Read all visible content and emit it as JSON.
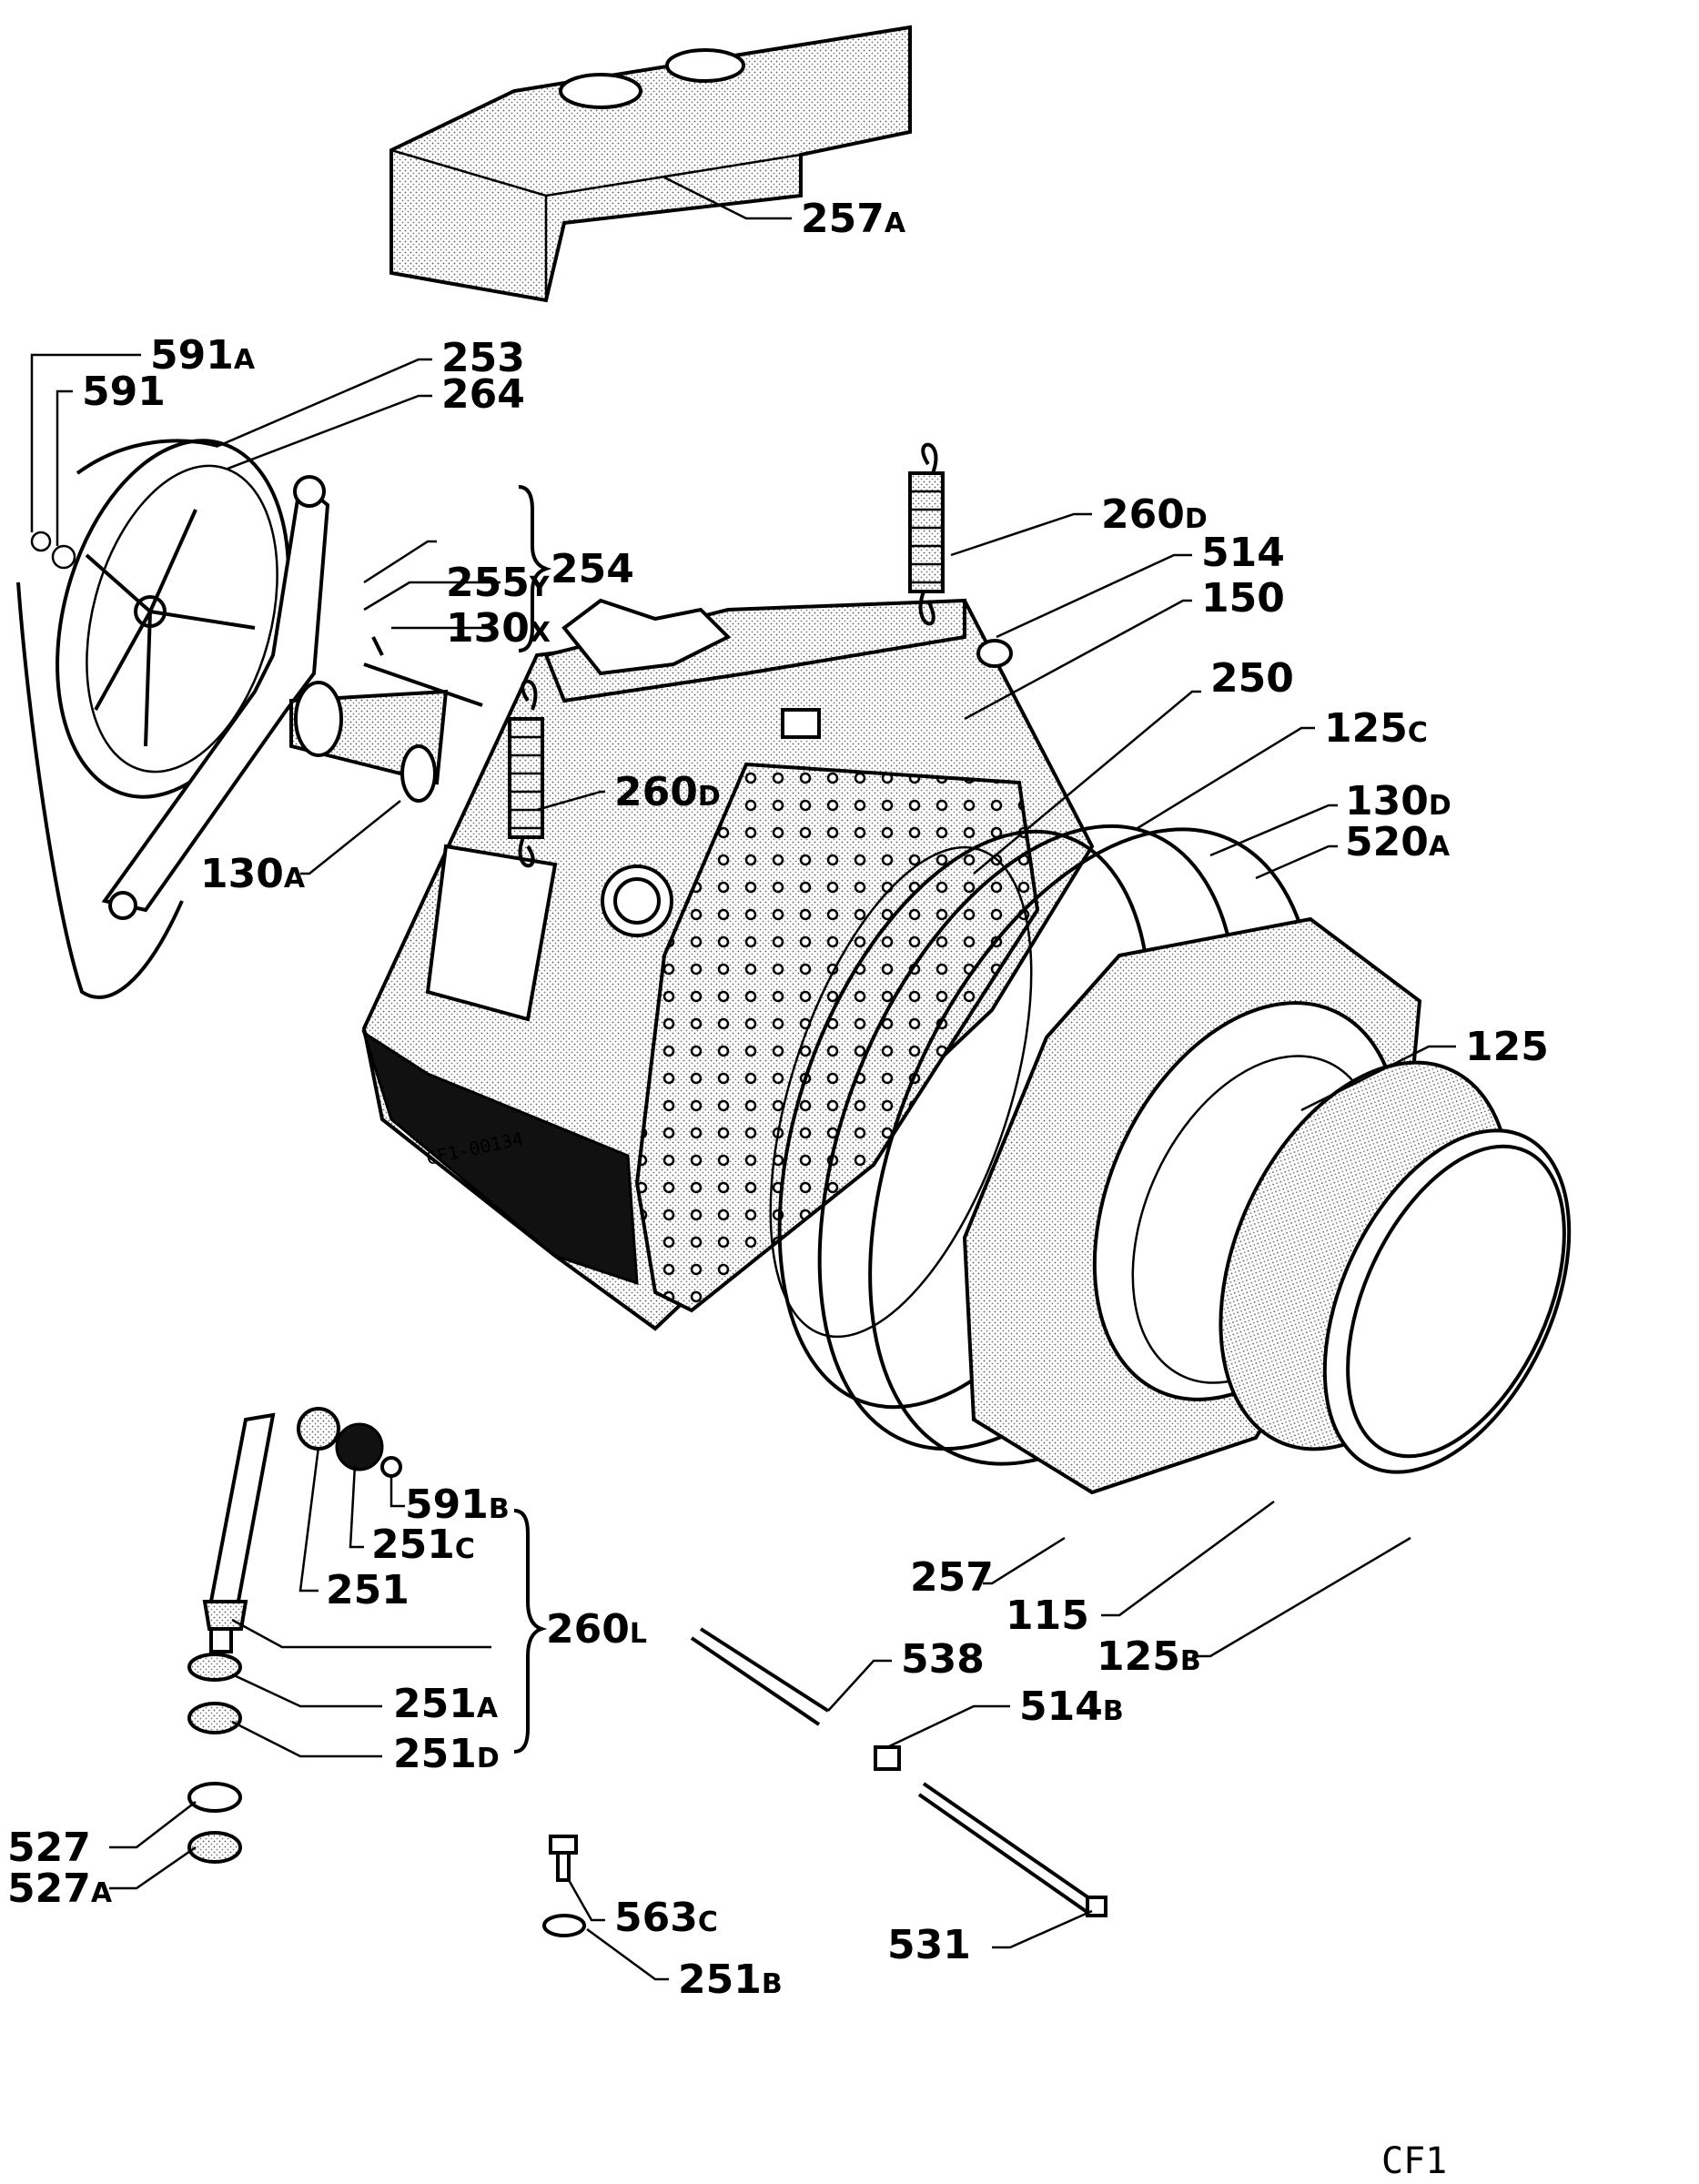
{
  "labels": [
    {
      "id": "257A",
      "base": "257",
      "suffix": "A"
    },
    {
      "id": "591A",
      "base": "591",
      "suffix": "A"
    },
    {
      "id": "591",
      "base": "591",
      "suffix": ""
    },
    {
      "id": "253",
      "base": "253",
      "suffix": ""
    },
    {
      "id": "264",
      "base": "264",
      "suffix": ""
    },
    {
      "id": "254",
      "base": "254",
      "suffix": ""
    },
    {
      "id": "255Y",
      "base": "255",
      "suffix": "Y"
    },
    {
      "id": "130X",
      "base": "130",
      "suffix": "X"
    },
    {
      "id": "130A",
      "base": "130",
      "suffix": "A"
    },
    {
      "id": "260D-top",
      "base": "260",
      "suffix": "D"
    },
    {
      "id": "514",
      "base": "514",
      "suffix": ""
    },
    {
      "id": "150",
      "base": "150",
      "suffix": ""
    },
    {
      "id": "250",
      "base": "250",
      "suffix": ""
    },
    {
      "id": "260D-left",
      "base": "260",
      "suffix": "D"
    },
    {
      "id": "125C",
      "base": "125",
      "suffix": "C"
    },
    {
      "id": "130D",
      "base": "130",
      "suffix": "D"
    },
    {
      "id": "520A",
      "base": "520",
      "suffix": "A"
    },
    {
      "id": "125",
      "base": "125",
      "suffix": ""
    },
    {
      "id": "591B",
      "base": "591",
      "suffix": "B"
    },
    {
      "id": "251C",
      "base": "251",
      "suffix": "C"
    },
    {
      "id": "251",
      "base": "251",
      "suffix": ""
    },
    {
      "id": "260L",
      "base": "260",
      "suffix": "L"
    },
    {
      "id": "251A",
      "base": "251",
      "suffix": "A"
    },
    {
      "id": "251D",
      "base": "251",
      "suffix": "D"
    },
    {
      "id": "527",
      "base": "527",
      "suffix": ""
    },
    {
      "id": "527A",
      "base": "527",
      "suffix": "A"
    },
    {
      "id": "257",
      "base": "257",
      "suffix": ""
    },
    {
      "id": "115",
      "base": "115",
      "suffix": ""
    },
    {
      "id": "125B",
      "base": "125",
      "suffix": "B"
    },
    {
      "id": "538",
      "base": "538",
      "suffix": ""
    },
    {
      "id": "514B",
      "base": "514",
      "suffix": "B"
    },
    {
      "id": "563C",
      "base": "563",
      "suffix": "C"
    },
    {
      "id": "251B",
      "base": "251",
      "suffix": "B"
    },
    {
      "id": "531",
      "base": "531",
      "suffix": ""
    }
  ],
  "drum_stamp": "CF1-00134",
  "sheet_code": "CF1"
}
